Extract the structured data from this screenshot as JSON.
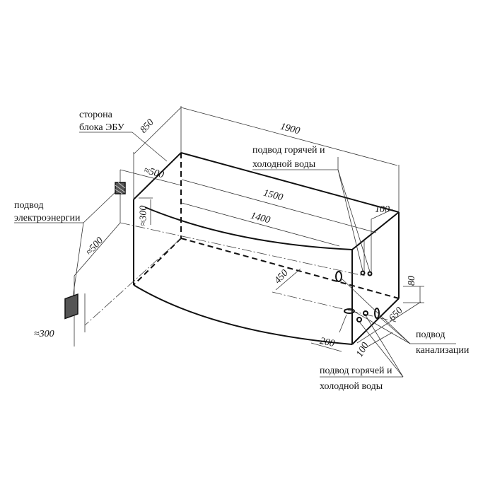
{
  "labels": {
    "ecu_side": [
      "сторона",
      "блока ЭБУ"
    ],
    "power_supply": [
      "подвод",
      "электроэнергии"
    ],
    "water_top": [
      "подвод горячей и",
      "холодной воды"
    ],
    "sewer": [
      "подвод",
      "канализации"
    ],
    "water_bottom": [
      "подвод горячей и",
      "холодной воды"
    ]
  },
  "dimensions": {
    "width": "850",
    "length": "1900",
    "inner_1500": "1500",
    "inner_1400": "1400",
    "approx_500_top": "≈500",
    "approx_300_side": "≈300",
    "approx_500_left": "≈500",
    "approx_300_bottom": "≈300",
    "d100_top": "100",
    "d450": "450",
    "d80": "80",
    "d650": "650",
    "d200": "200",
    "d100_bottom": "100"
  }
}
